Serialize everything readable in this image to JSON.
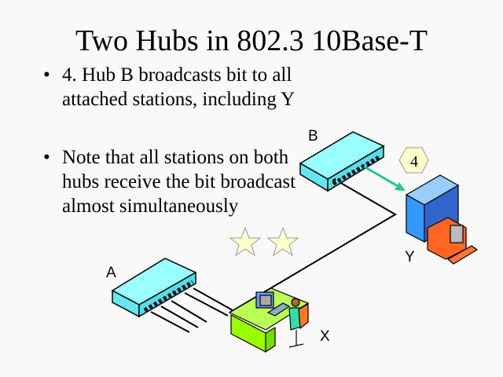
{
  "title": "Two Hubs in 802.3 10Base-T",
  "bullets": [
    {
      "marker": "•",
      "text": "4. Hub B broadcasts bit to all attached stations, including Y"
    },
    {
      "marker": "•",
      "text": "Note that all stations on both hubs receive the bit broadcast almost simultaneously"
    }
  ],
  "diagram": {
    "hub_a_label": "A",
    "hub_b_label": "B",
    "station_x_label": "X",
    "station_y_label": "Y",
    "step_badge": "4"
  },
  "colors": {
    "hub": "#99ffff",
    "arrow": "#20c890",
    "badge": "#ffffcc",
    "star": "#ffffcc",
    "desk": "#99ff33",
    "server": "#3399ff",
    "monitor": "#ff6622"
  }
}
